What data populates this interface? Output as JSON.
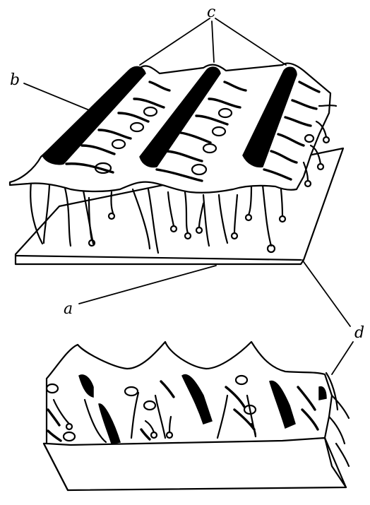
{
  "labels": {
    "a": "a",
    "b": "b",
    "c": "c",
    "d": "d"
  },
  "colors": {
    "ink": "#000000",
    "paper": "#ffffff"
  }
}
